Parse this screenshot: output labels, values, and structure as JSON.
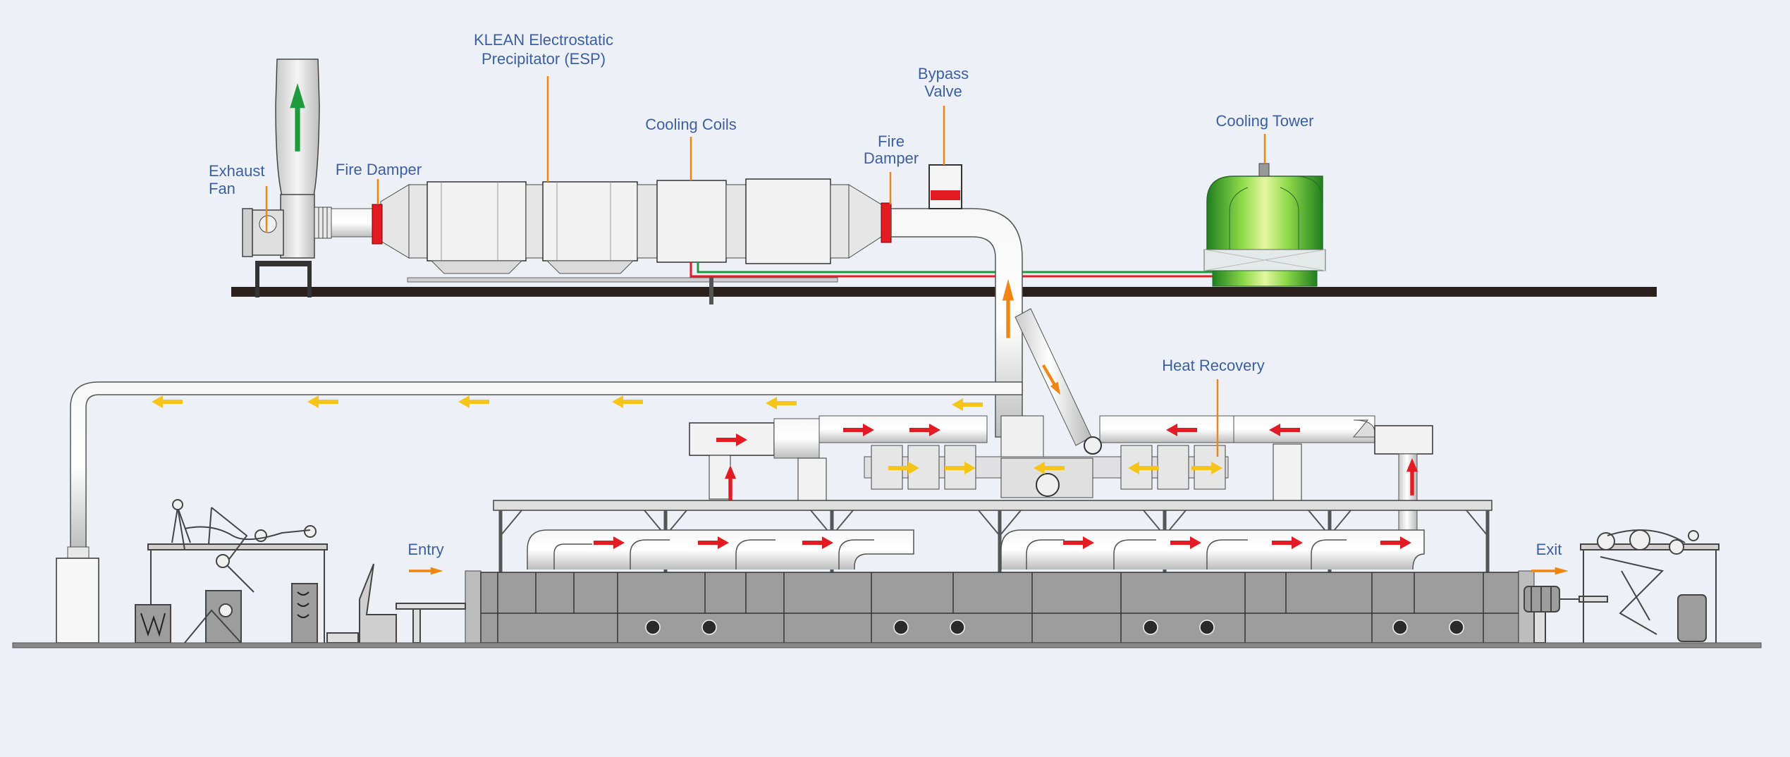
{
  "labels": {
    "exhaust_fan": [
      "Exhaust",
      "Fan"
    ],
    "fire_damper_left": "Fire Damper",
    "esp": [
      "KLEAN Electrostatic",
      "Precipitator (ESP)"
    ],
    "cooling_coils": "Cooling Coils",
    "fire_damper_right": [
      "Fire",
      "Damper"
    ],
    "bypass_valve": [
      "Bypass",
      "Valve"
    ],
    "cooling_tower": "Cooling Tower",
    "heat_recovery": "Heat Recovery",
    "entry": "Entry",
    "exit": "Exit"
  },
  "colors": {
    "background": "#edf1f7",
    "label_text": "#3a5fa6",
    "leader_line": "#f0850f",
    "damper_red": "#e31b23",
    "flow_red": "#e31b23",
    "flow_yellow": "#f7c41a",
    "flow_orange": "#f0850f",
    "exhaust_green": "#1f9a3c",
    "tower_green": "#3fae2a",
    "machine_grey": "#9d9d9d",
    "platform_dark": "#2b201c"
  },
  "icons": {
    "exhaust_arrow": "arrow-up-icon",
    "hot_air_flow": "arrow-right-icon",
    "return_air_flow": "arrow-left-icon",
    "rising_exhaust": "arrow-up-icon"
  }
}
